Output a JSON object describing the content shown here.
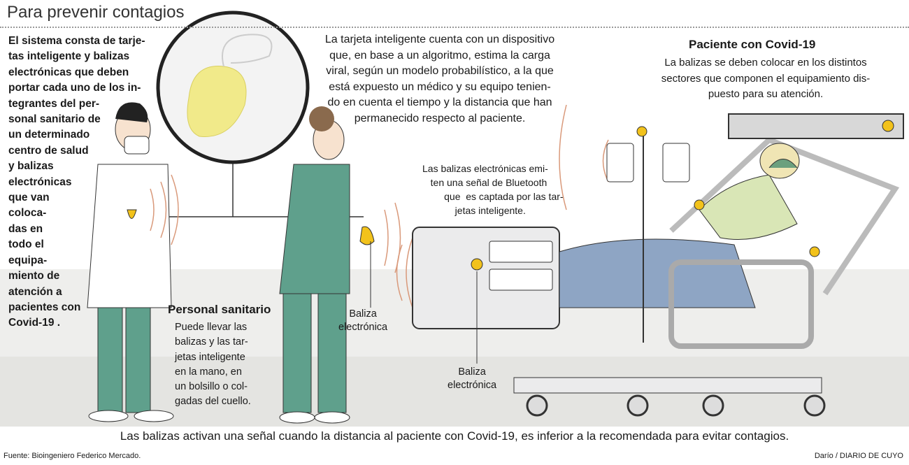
{
  "title": "Para prevenir contagios",
  "intro_lines": [
    "El sistema consta de tarje-",
    "tas inteligente y balizas",
    "electrónicas que deben",
    "portar cada uno de los in-",
    "tegrantes del per-",
    "sonal sanitario de",
    "un determinado",
    "centro de salud",
    "y balizas",
    "electrónicas",
    "que van",
    "coloca-",
    "das en",
    "todo el",
    "equipa-",
    "miento de",
    "atención a",
    "pacientes con",
    "Covid-19 ."
  ],
  "card_lines": [
    "La tarjeta inteligente cuenta con un dispositivo",
    "que, en base a un algoritmo, estima la carga",
    "viral, según un modelo probabilístico, a la que",
    "está expuesto un médico y su equipo tenien-",
    "do en cuenta el tiempo y la distancia que han",
    "permanecido respecto al paciente."
  ],
  "patient": {
    "heading": "Paciente con Covid-19",
    "lines": [
      "La balizas se deben colocar en los distintos",
      "sectores que componen el equipamiento dis-",
      "puesto para su atención."
    ]
  },
  "beacon_lines": [
    "Las balizas electrónicas emi-",
    "   ten una señal de Bluetooth",
    "        que  es captada por las tar-",
    "            jetas inteligente."
  ],
  "staff": {
    "heading": "Personal sanitario",
    "lines": [
      "Puede llevar las",
      "balizas y las tar-",
      "jetas inteligente",
      "en la mano, en",
      "un bolsillo o col-",
      "gadas del cuello."
    ]
  },
  "baliza_label_1": [
    "Baliza",
    "electrónica"
  ],
  "baliza_label_2": [
    "Baliza",
    "electrónica"
  ],
  "bottom_note": "Las balizas activan una señal cuando la distancia al paciente con Covid-19, es inferior a la recomendada para evitar contagios.",
  "source": "Fuente: Bioingeniero Federico Mercado.",
  "credit": "Darío / DIARIO DE CUYO",
  "colors": {
    "scrubs": "#5fa08c",
    "beacon": "#f2c21b",
    "signal": "#d9997a",
    "bed": "#e9e9ea",
    "sheet": "#8ea5c4"
  }
}
